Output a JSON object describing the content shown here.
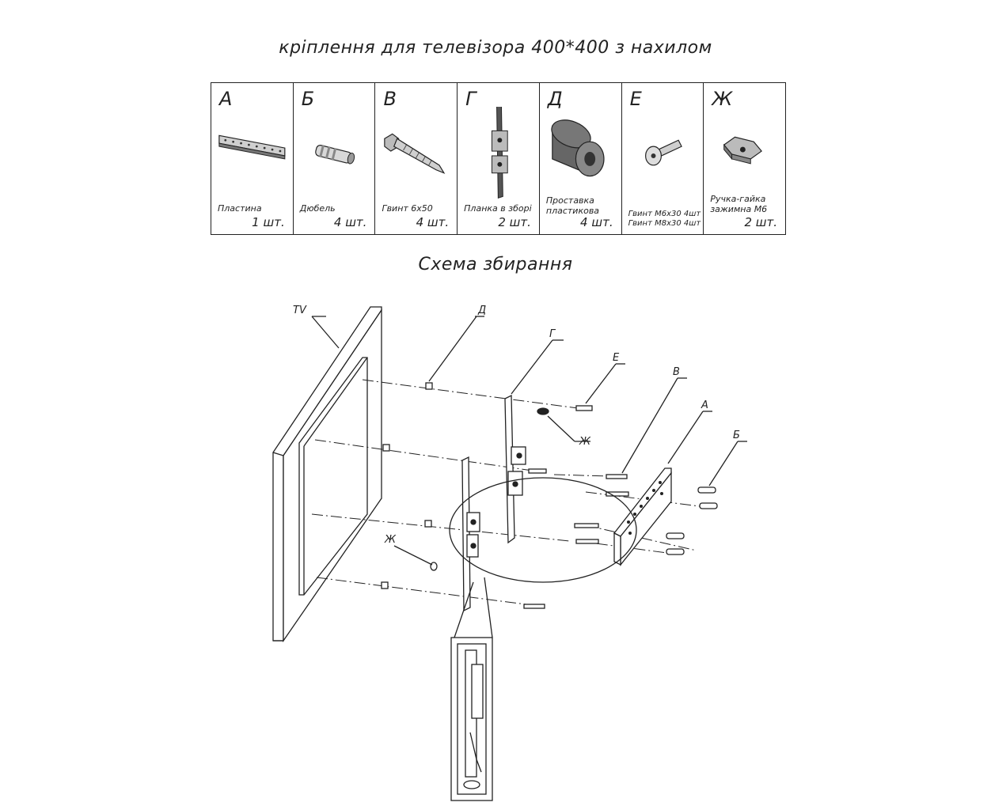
{
  "title": "кріплення для телевізора 400*400 з нахилом",
  "section_title": "Схема збирання",
  "parts": [
    {
      "letter": "А",
      "name": "Пластина",
      "qty": "1 шт.",
      "icon": "plate-icon"
    },
    {
      "letter": "Б",
      "name": "Дюбель",
      "qty": "4 шт.",
      "icon": "dowel-icon"
    },
    {
      "letter": "В",
      "name": "Гвинт 6х50",
      "qty": "4 шт.",
      "icon": "screw-icon"
    },
    {
      "letter": "Г",
      "name": "Планка в зборі",
      "qty": "2 шт.",
      "icon": "bracket-icon"
    },
    {
      "letter": "Д",
      "name": "Проставка\nпластикова",
      "qty": "4 шт.",
      "icon": "spacer-icon"
    },
    {
      "letter": "Е",
      "name": "Гвинт М6х30  4шт\nГвинт М8х30 4шт",
      "qty": "",
      "icon": "bolt-icon"
    },
    {
      "letter": "Ж",
      "name": "Ручка-гайка\nзажимна М6",
      "qty": "2 шт.",
      "icon": "knob-nut-icon"
    }
  ],
  "diagram_labels": {
    "tv": "TV",
    "d": "Д",
    "g": "Г",
    "e": "Е",
    "v": "В",
    "a": "А",
    "b": "Б",
    "zh_top": "Ж",
    "zh_left": "Ж"
  }
}
